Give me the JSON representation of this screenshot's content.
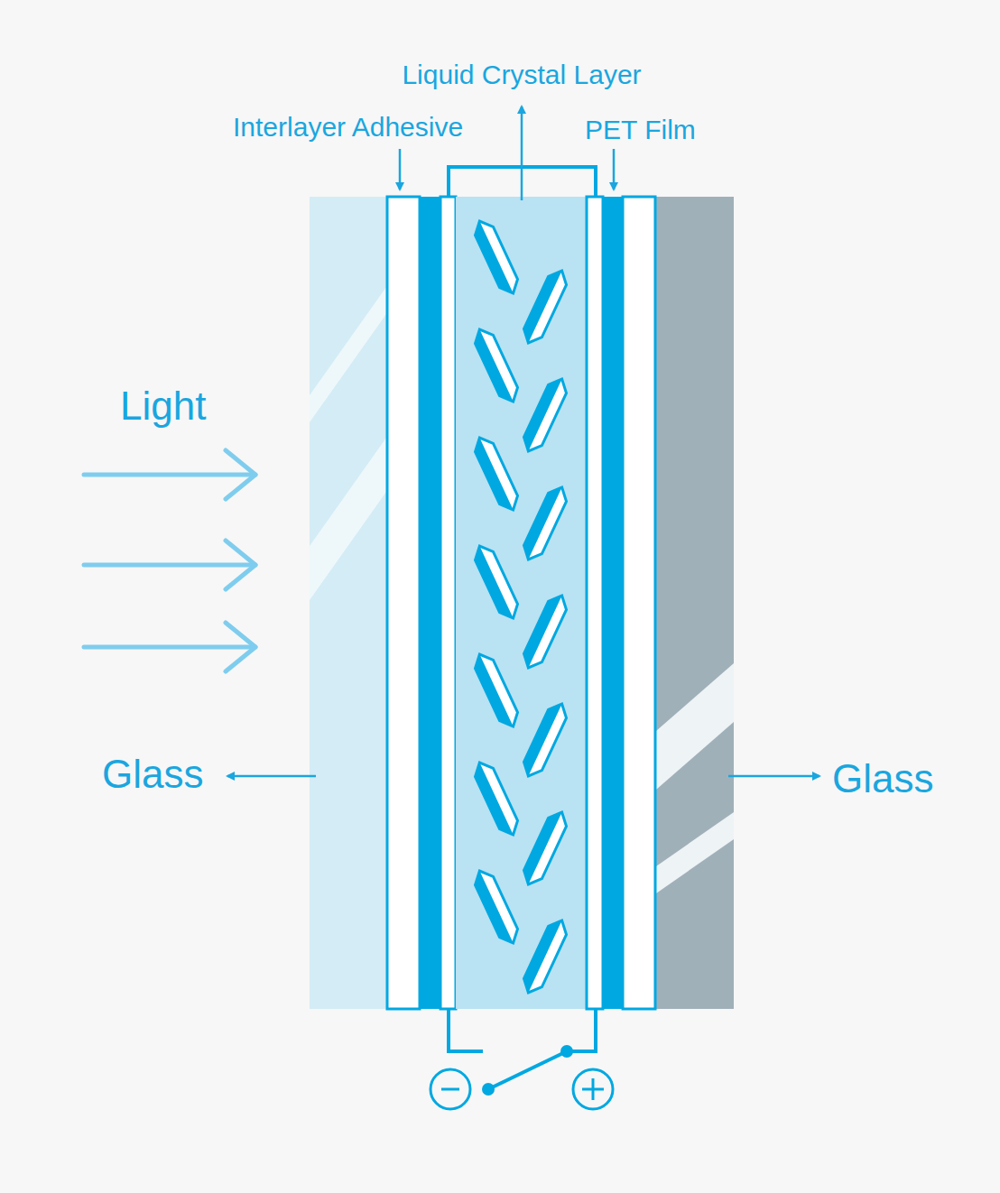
{
  "diagram": {
    "labels": [
      "Liquid Crystal Layer",
      "Interlayer Adhesive",
      "PET Film",
      "Light",
      "Glass",
      "Glass"
    ]
  }
}
